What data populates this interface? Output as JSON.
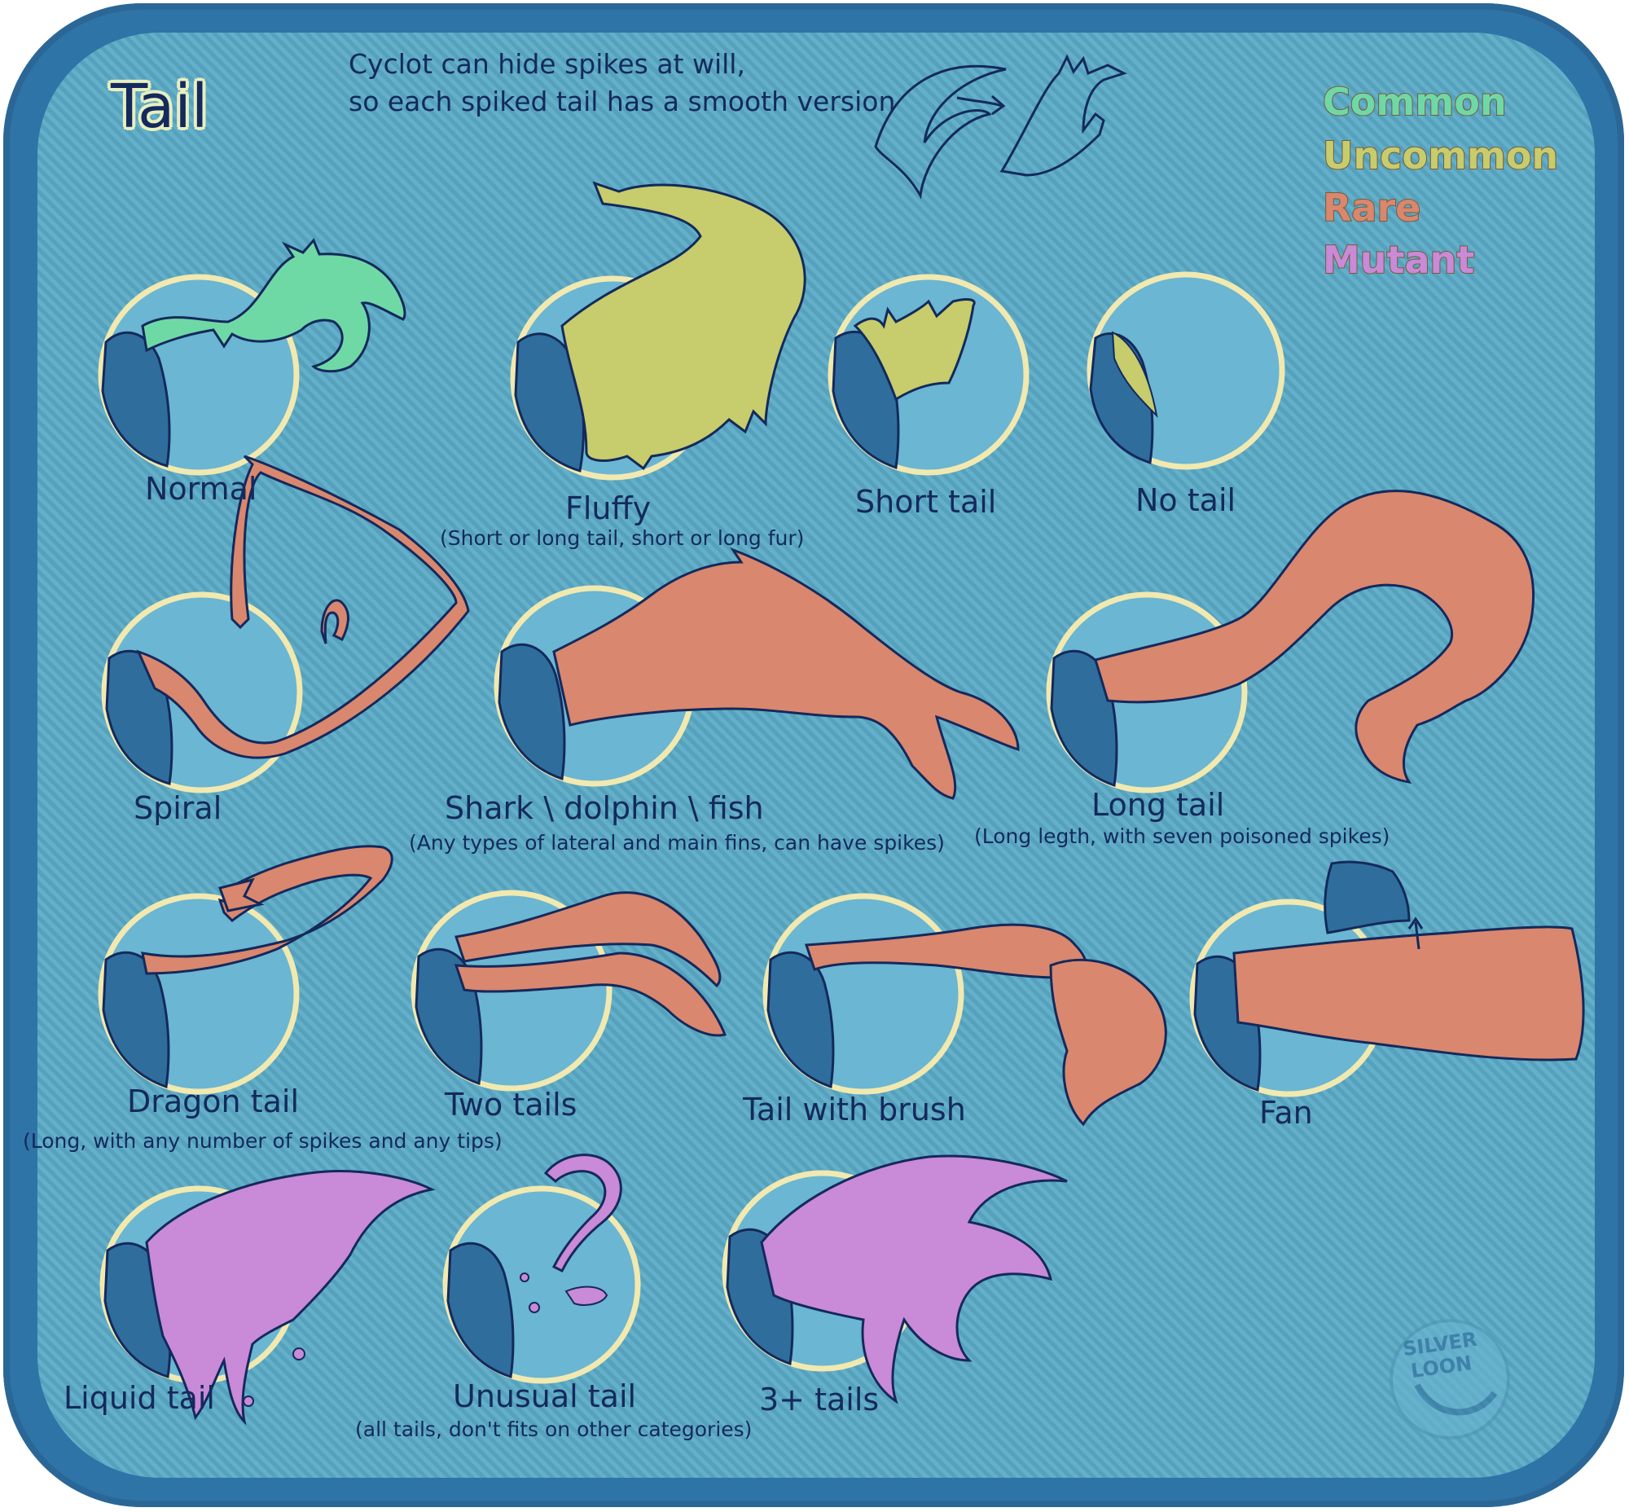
{
  "title": "Tail",
  "header": {
    "line1": "Cyclot can hide spikes at will,",
    "line2": "so each spiked tail has a smooth version"
  },
  "legend": [
    {
      "label": "Common",
      "color": "#6fd9a6"
    },
    {
      "label": "Uncommon",
      "color": "#c7cc6c"
    },
    {
      "label": "Rare",
      "color": "#d9876e"
    },
    {
      "label": "Mutant",
      "color": "#c98ad7"
    }
  ],
  "colors": {
    "frame": "#2f74a6",
    "panel": "#5aaac6",
    "circle_fill": "#6bb6d2",
    "circle_ring": "#f1e9b0",
    "body": "#2f6e9c",
    "text": "#14295c"
  },
  "tails": [
    {
      "name": "Normal",
      "rarity": "Common",
      "note": ""
    },
    {
      "name": "Fluffy",
      "rarity": "Uncommon",
      "note": "(Short or long tail, short or long fur)"
    },
    {
      "name": "Short tail",
      "rarity": "Uncommon",
      "note": ""
    },
    {
      "name": "No tail",
      "rarity": "Uncommon",
      "note": ""
    },
    {
      "name": "Spiral",
      "rarity": "Rare",
      "note": ""
    },
    {
      "name": "Shark \\ dolphin \\ fish",
      "rarity": "Rare",
      "note": "(Any types of lateral and main fins, can have spikes)"
    },
    {
      "name": "Long tail",
      "rarity": "Rare",
      "note": "(Long legth, with seven poisoned spikes)"
    },
    {
      "name": "Dragon tail",
      "rarity": "Rare",
      "note": "(Long, with any number of spikes and any tips)"
    },
    {
      "name": "Two tails",
      "rarity": "Rare",
      "note": ""
    },
    {
      "name": "Tail with brush",
      "rarity": "Rare",
      "note": ""
    },
    {
      "name": "Fan",
      "rarity": "Rare",
      "note": ""
    },
    {
      "name": "Liquid tail",
      "rarity": "Mutant",
      "note": ""
    },
    {
      "name": "Unusual tail",
      "rarity": "Mutant",
      "note": "(all tails, don't fits on other categories)"
    },
    {
      "name": "3+ tails",
      "rarity": "Mutant",
      "note": ""
    }
  ],
  "watermark": {
    "line1": "SILVER",
    "line2": "LOON"
  }
}
